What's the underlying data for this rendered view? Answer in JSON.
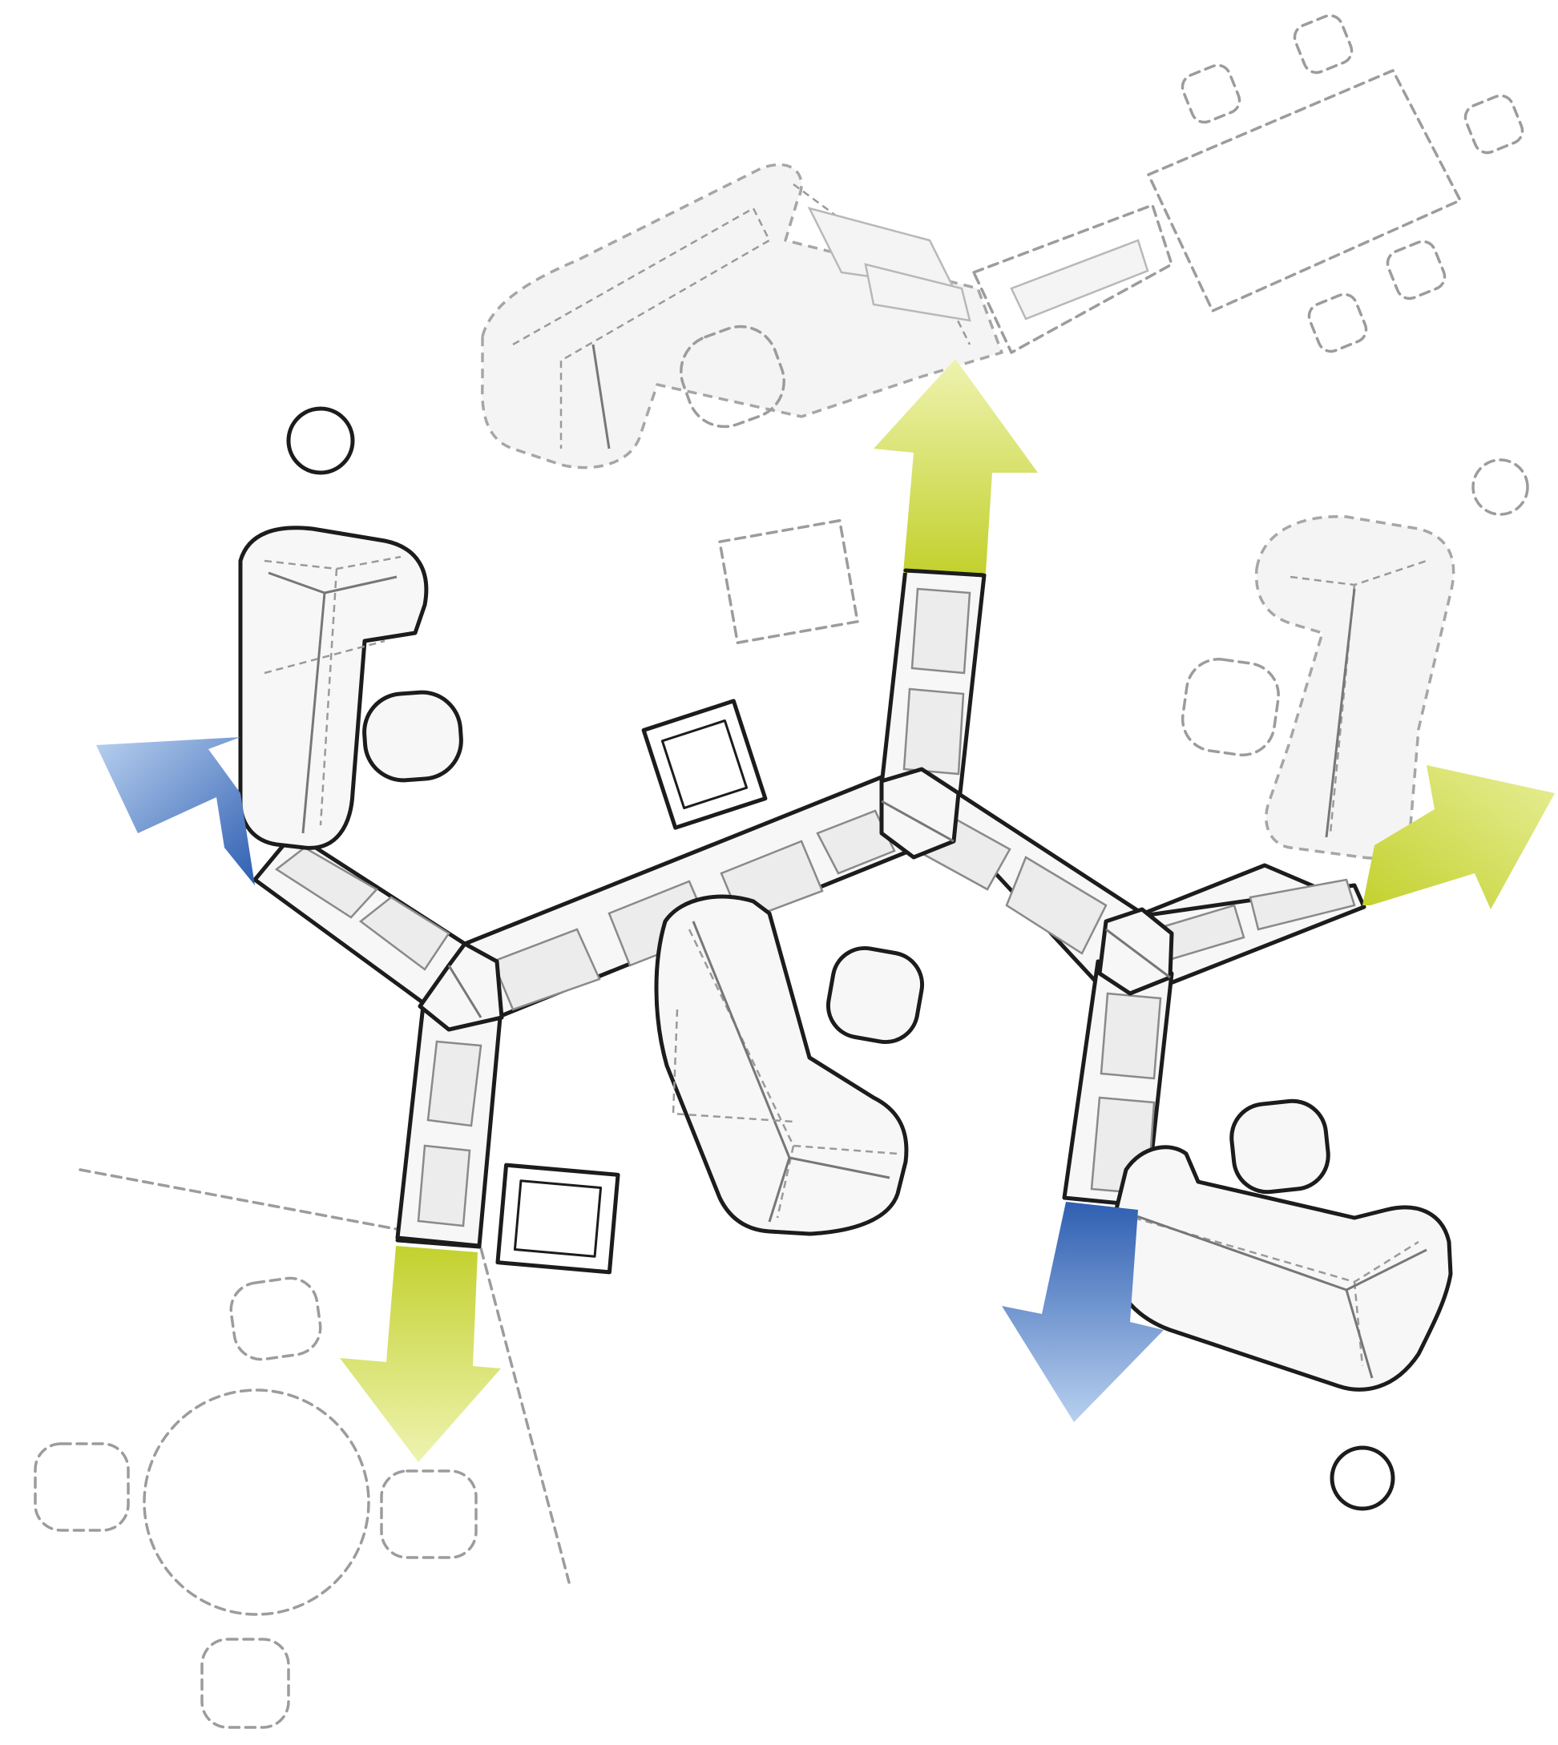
{
  "palette": {
    "blue": "#3f6fc0",
    "blue_light": "#a7c3ea",
    "lime": "#c3d12e",
    "lime_light": "#ecf1a8",
    "line": "#1c1c1c",
    "ghost_line": "#9c9c9c"
  },
  "diagram": {
    "kind": "furniture-layout-plan",
    "arrows": [
      {
        "id": "up",
        "color": "lime",
        "direction": "north"
      },
      {
        "id": "down-left",
        "color": "lime",
        "direction": "south"
      },
      {
        "id": "left",
        "color": "blue",
        "direction": "northwest"
      },
      {
        "id": "right",
        "color": "lime",
        "direction": "east"
      },
      {
        "id": "down-right",
        "color": "blue",
        "direction": "south"
      }
    ],
    "sofas": [
      {
        "id": "sofa-left",
        "style": "solid"
      },
      {
        "id": "sofa-center",
        "style": "solid"
      },
      {
        "id": "sofa-bottom-right",
        "style": "solid"
      },
      {
        "id": "sofa-right",
        "style": "ghost"
      },
      {
        "id": "sofa-top",
        "style": "ghost"
      }
    ],
    "tables": [
      {
        "id": "round-table",
        "style": "ghost",
        "chairs": 4
      },
      {
        "id": "rect-table",
        "style": "ghost",
        "chairs": 6
      }
    ]
  }
}
